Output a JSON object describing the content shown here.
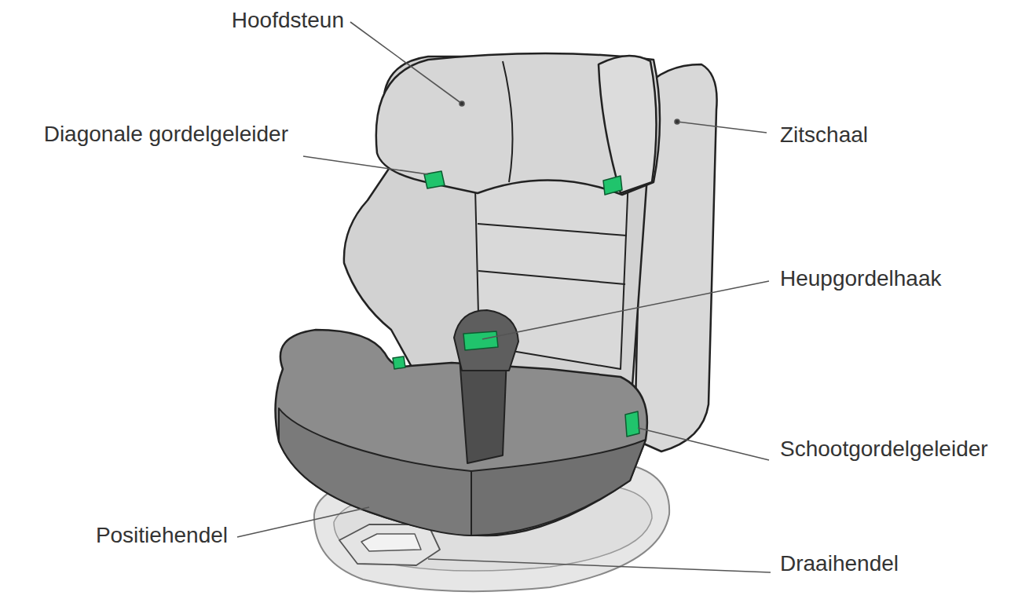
{
  "diagram": {
    "labels": [
      "Hoofdsteun",
      "Diagonale gordelgeleider",
      "Zitschaal",
      "Heupgordelhaak",
      "Schootgordelgeleider",
      "Positiehendel",
      "Draaihendel"
    ]
  }
}
